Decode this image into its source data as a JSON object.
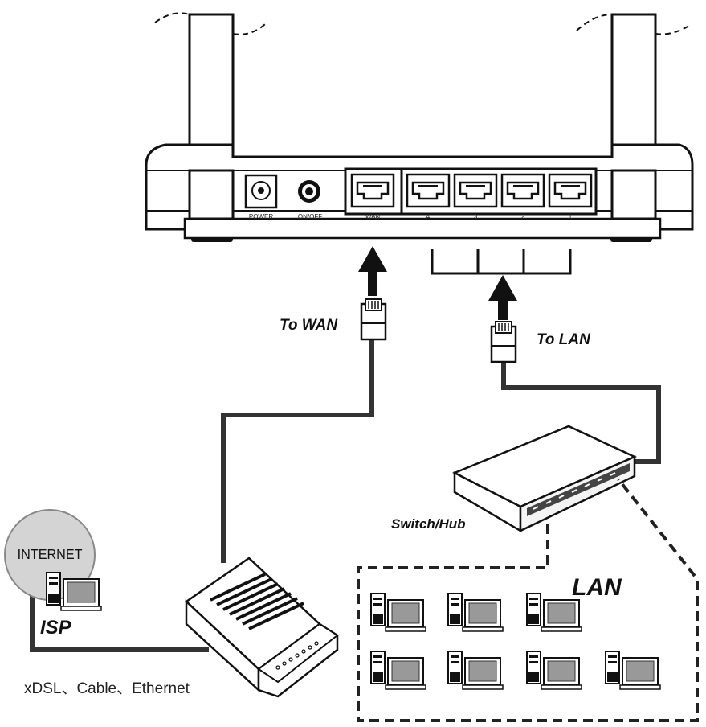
{
  "router": {
    "ports": {
      "power": "POWER",
      "onoff": "ON/OFF",
      "wan": "WAN",
      "lan": [
        "4",
        "3",
        "2",
        "1"
      ]
    }
  },
  "labels": {
    "to_wan": "To WAN",
    "to_lan": "To LAN",
    "switch_hub": "Switch/Hub",
    "lan": "LAN",
    "internet": "INTERNET",
    "isp": "ISP",
    "modem_types": "xDSL、Cable、Ethernet"
  }
}
